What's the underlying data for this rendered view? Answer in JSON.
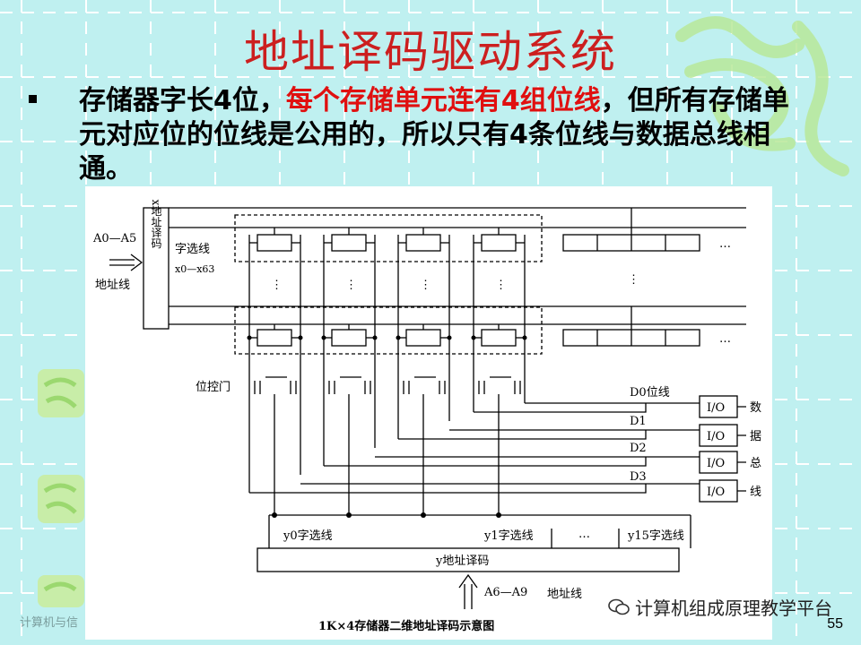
{
  "slide": {
    "title": "地址译码驱动系统",
    "bullet_prefix": "存储器字长4位，",
    "bullet_highlight": "每个存储单元连有4组位线",
    "bullet_rest": "，但所有存储单元对应位的位线是公用的，所以只有4条位线与数据总线相通。",
    "page_number": "55",
    "footer_left": "计算机与信",
    "watermark": "计算机组成原理教学平台",
    "colors": {
      "title": "#cc1f1f",
      "highlight": "#e01010",
      "background": "#bff0f0"
    }
  },
  "diagram": {
    "x_decoder": "x地址译码",
    "address_in": "A0—A5",
    "address_label": "地址线",
    "word_select": "字选线",
    "x_range": "x0—x63",
    "bit_gate": "位控门",
    "data_lines": [
      "D0位线",
      "D1",
      "D2",
      "D3"
    ],
    "io_label": "I/O",
    "bus_chars": [
      "数",
      "据",
      "总",
      "线"
    ],
    "y_selects": [
      "y0字选线",
      "y1字选线",
      "y15字选线"
    ],
    "y_decoder": "y地址译码",
    "y_address": "A6—A9",
    "y_address_label": "地址线",
    "caption": "1K×4存储器二维地址译码示意图",
    "ellipsis": "…",
    "vdots": "⋮"
  }
}
